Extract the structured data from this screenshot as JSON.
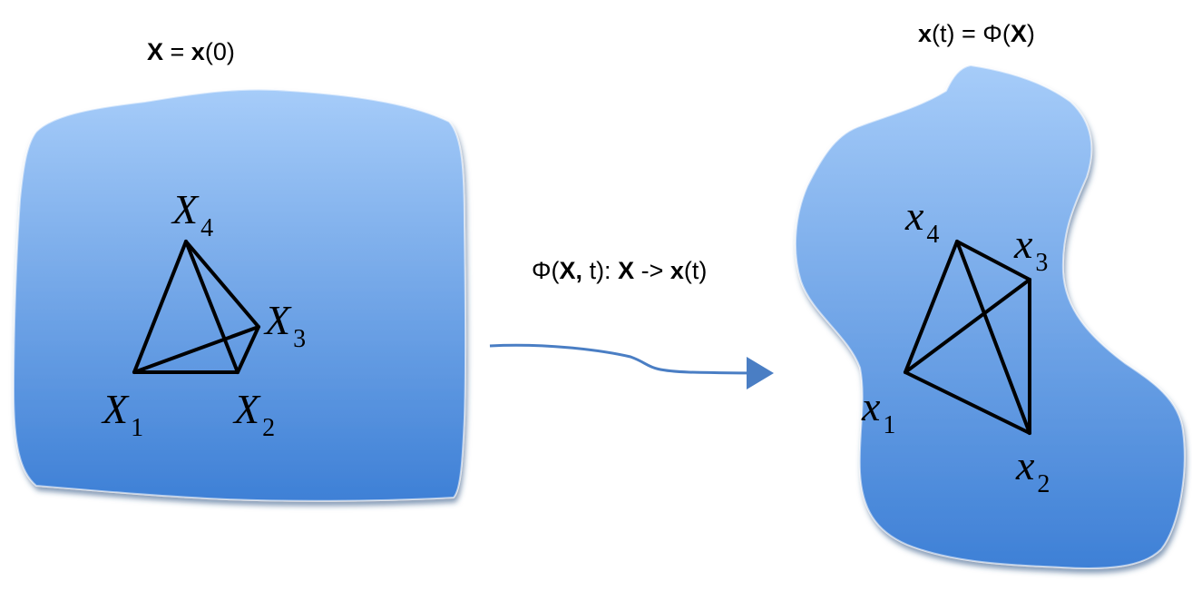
{
  "diagram": {
    "left_title": {
      "bold1": "X",
      "mid": " = ",
      "bold2": "x",
      "rest": "(0)"
    },
    "right_title": {
      "bold1": "x",
      "mid": "(t) = Φ(",
      "bold2": "X",
      "rest": ")"
    },
    "map_label": {
      "p1": "Φ(",
      "bold1": "X,",
      "p2": " t): ",
      "bold2": "X",
      "p3": " -> ",
      "bold3": "x",
      "p4": "(t)"
    },
    "reference_vertices": [
      {
        "letter": "X",
        "index": "4"
      },
      {
        "letter": "X",
        "index": "3"
      },
      {
        "letter": "X",
        "index": "1"
      },
      {
        "letter": "X",
        "index": "2"
      }
    ],
    "current_vertices": [
      {
        "letter": "x",
        "index": "4"
      },
      {
        "letter": "x",
        "index": "3"
      },
      {
        "letter": "x",
        "index": "1"
      },
      {
        "letter": "x",
        "index": "2"
      }
    ],
    "colors": {
      "blob_top": "#a6ccf9",
      "blob_bottom": "#3e80d6",
      "arrow": "#4a7ec4",
      "edge": "#000000"
    }
  }
}
